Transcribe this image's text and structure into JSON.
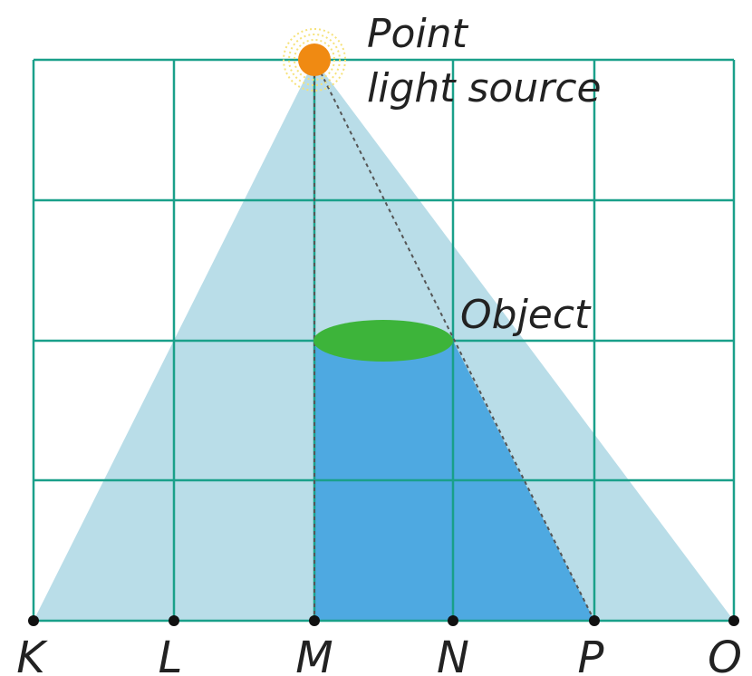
{
  "labels": {
    "light_line1": "Point",
    "light_line2": "light source",
    "object": "Object"
  },
  "points": [
    "K",
    "L",
    "M",
    "N",
    "P",
    "O"
  ],
  "colors": {
    "grid": "#1aa08a",
    "light_cone": "#b9dde8",
    "shadow": "#4ea9e1",
    "object_top": "#3db43a",
    "sun": "#f08a12",
    "sun_glow": "#f6e27a",
    "ray": "#555555",
    "ground_dot": "#111111"
  }
}
